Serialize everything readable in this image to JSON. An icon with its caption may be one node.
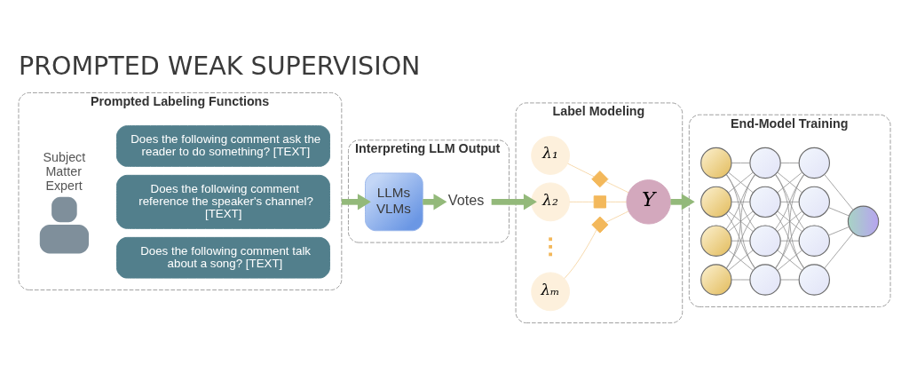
{
  "diagram": {
    "title": "PROMPTED WEAK SUPERVISION",
    "nodes": [
      {
        "text": [
          "Prompted Labeling Functions"
        ]
      },
      {
        "text": [],
        "shape": "person",
        "in": 0,
        "beside": [
          "Subject Matter Expert"
        ]
      },
      {
        "text": [
          "Does the following comment ask the reader to do something? [TEXT]"
        ],
        "in": 0
      },
      {
        "text": [
          "Does the following comment reference the speaker's channel? [TEXT]"
        ],
        "in": 0
      },
      {
        "text": [
          "Does the following comment talk about a song? [TEXT]"
        ],
        "in": 0
      },
      {
        "text": [
          "Interpreting LLM Output"
        ]
      },
      {
        "text": [
          "LLMs VLMs"
        ],
        "in": 5
      },
      {
        "text": [
          "Votes"
        ],
        "in": 5
      },
      {
        "text": [
          "Label Modeling"
        ]
      },
      {
        "text": [
          "λ₁"
        ],
        "in": 8
      },
      {
        "text": [
          "λ₂"
        ],
        "in": 8
      },
      {
        "text": [
          "λₘ"
        ],
        "in": 8
      },
      {
        "text": [],
        "shape": "diamond",
        "in": 8
      },
      {
        "text": [],
        "shape": "box",
        "in": 8
      },
      {
        "text": [],
        "shape": "diamond",
        "in": 8
      },
      {
        "text": [
          "Y"
        ],
        "in": 8
      },
      {
        "text": [
          "End-Model Training"
        ]
      },
      {
        "text": [],
        "shape": "circle",
        "in": 16
      },
      {
        "text": [],
        "shape": "circle",
        "in": 16
      },
      {
        "text": [],
        "shape": "circle",
        "in": 16
      },
      {
        "text": [],
        "shape": "circle",
        "in": 16
      },
      {
        "text": [],
        "shape": "circle",
        "in": 16
      },
      {
        "text": [],
        "shape": "circle",
        "in": 16
      },
      {
        "text": [],
        "shape": "circle",
        "in": 16
      },
      {
        "text": [],
        "shape": "circle",
        "in": 16
      },
      {
        "text": [],
        "shape": "circle",
        "in": 16
      },
      {
        "text": [],
        "shape": "circle",
        "in": 16
      },
      {
        "text": [],
        "shape": "circle",
        "in": 16
      },
      {
        "text": [],
        "shape": "circle",
        "in": 16
      },
      {
        "text": [],
        "shape": "circle",
        "in": 16
      }
    ],
    "edges": [
      {
        "from": 0,
        "to": 6,
        "arrow": "to",
        "style": "thick",
        "color": "#93b97a"
      },
      {
        "from": 6,
        "to": 7,
        "arrow": "to",
        "style": "thick",
        "color": "#93b97a"
      },
      {
        "from": 7,
        "to": 10,
        "arrow": "to",
        "style": "thick",
        "color": "#93b97a"
      },
      {
        "from": 9,
        "to": 12,
        "arrow": "none",
        "color": "#f5cf95"
      },
      {
        "from": 12,
        "to": 15,
        "arrow": "none",
        "color": "#f5cf95"
      },
      {
        "from": 10,
        "to": 13,
        "arrow": "none",
        "color": "#f5cf95"
      },
      {
        "from": 13,
        "to": 15,
        "arrow": "none",
        "color": "#f5cf95"
      },
      {
        "from": 11,
        "to": 14,
        "arrow": "none",
        "color": "#f5cf95"
      },
      {
        "from": 14,
        "to": 15,
        "arrow": "none",
        "color": "#f5cf95"
      },
      {
        "from": 15,
        "to": 16,
        "arrow": "to",
        "style": "thick",
        "color": "#93b97a"
      },
      {
        "from": 17,
        "to": 21,
        "arrow": "none"
      },
      {
        "from": 17,
        "to": 22,
        "arrow": "none"
      },
      {
        "from": 17,
        "to": 23,
        "arrow": "none"
      },
      {
        "from": 17,
        "to": 24,
        "arrow": "none"
      },
      {
        "from": 18,
        "to": 21,
        "arrow": "none"
      },
      {
        "from": 18,
        "to": 22,
        "arrow": "none"
      },
      {
        "from": 18,
        "to": 23,
        "arrow": "none"
      },
      {
        "from": 18,
        "to": 24,
        "arrow": "none"
      },
      {
        "from": 19,
        "to": 21,
        "arrow": "none"
      },
      {
        "from": 19,
        "to": 22,
        "arrow": "none"
      },
      {
        "from": 19,
        "to": 23,
        "arrow": "none"
      },
      {
        "from": 19,
        "to": 24,
        "arrow": "none"
      },
      {
        "from": 20,
        "to": 21,
        "arrow": "none"
      },
      {
        "from": 20,
        "to": 22,
        "arrow": "none"
      },
      {
        "from": 20,
        "to": 23,
        "arrow": "none"
      },
      {
        "from": 20,
        "to": 24,
        "arrow": "none"
      },
      {
        "from": 21,
        "to": 25,
        "arrow": "none"
      },
      {
        "from": 21,
        "to": 26,
        "arrow": "none"
      },
      {
        "from": 21,
        "to": 27,
        "arrow": "none"
      },
      {
        "from": 21,
        "to": 28,
        "arrow": "none"
      },
      {
        "from": 22,
        "to": 25,
        "arrow": "none"
      },
      {
        "from": 22,
        "to": 26,
        "arrow": "none"
      },
      {
        "from": 22,
        "to": 27,
        "arrow": "none"
      },
      {
        "from": 22,
        "to": 28,
        "arrow": "none"
      },
      {
        "from": 23,
        "to": 25,
        "arrow": "none"
      },
      {
        "from": 23,
        "to": 26,
        "arrow": "none"
      },
      {
        "from": 23,
        "to": 27,
        "arrow": "none"
      },
      {
        "from": 23,
        "to": 28,
        "arrow": "none"
      },
      {
        "from": 24,
        "to": 25,
        "arrow": "none"
      },
      {
        "from": 24,
        "to": 26,
        "arrow": "none"
      },
      {
        "from": 24,
        "to": 27,
        "arrow": "none"
      },
      {
        "from": 24,
        "to": 28,
        "arrow": "none"
      },
      {
        "from": 25,
        "to": 29,
        "arrow": "none"
      },
      {
        "from": 26,
        "to": 29,
        "arrow": "none"
      },
      {
        "from": 27,
        "to": 29,
        "arrow": "none"
      },
      {
        "from": 28,
        "to": 29,
        "arrow": "none"
      }
    ]
  }
}
